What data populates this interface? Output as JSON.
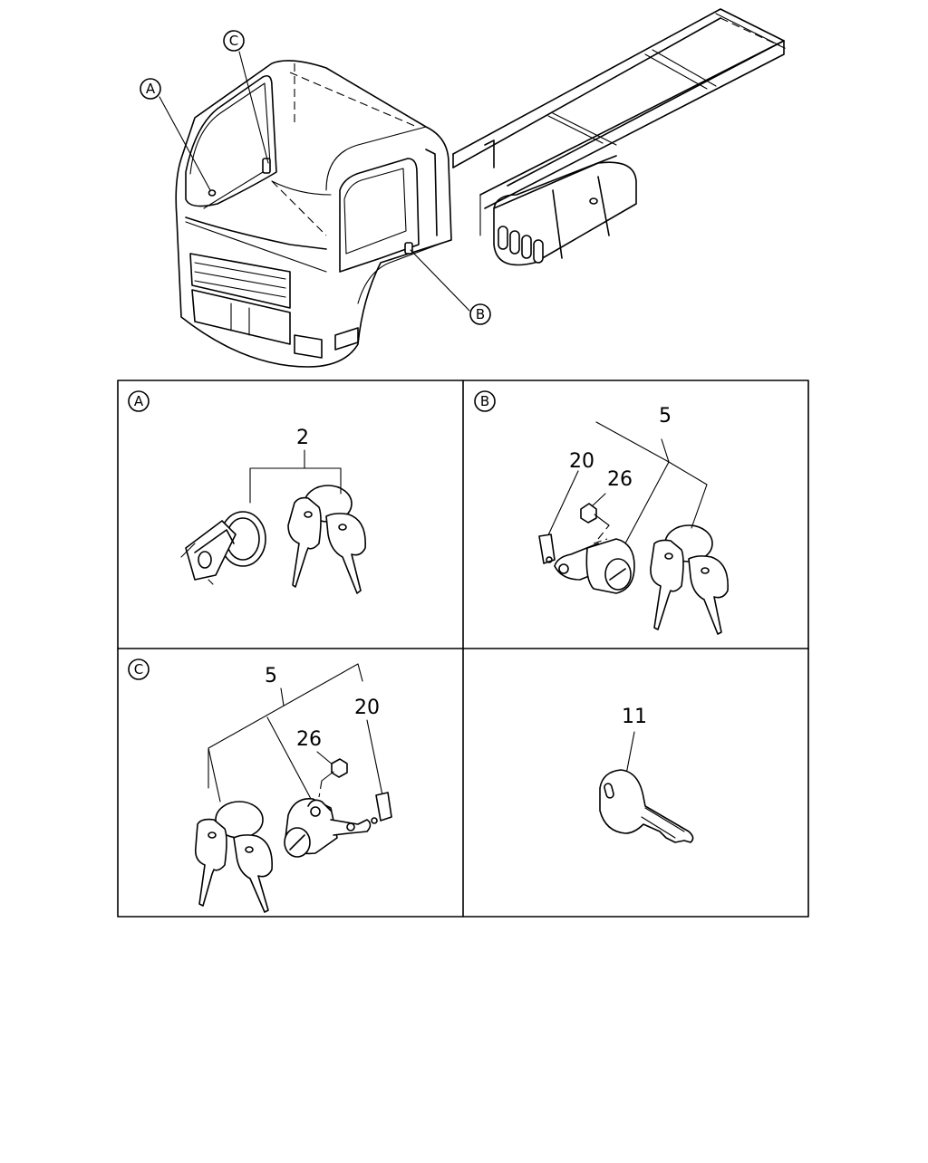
{
  "overview": {
    "callouts": [
      {
        "id": "A",
        "label": "A"
      },
      {
        "id": "B",
        "label": "B"
      },
      {
        "id": "C",
        "label": "C"
      }
    ]
  },
  "panels": {
    "a": {
      "tag": "A",
      "parts": [
        {
          "number": "2"
        }
      ]
    },
    "b": {
      "tag": "B",
      "parts": [
        {
          "number": "5"
        },
        {
          "number": "20"
        },
        {
          "number": "26"
        }
      ]
    },
    "c": {
      "tag": "C",
      "parts": [
        {
          "number": "5"
        },
        {
          "number": "26"
        },
        {
          "number": "20"
        }
      ]
    },
    "d": {
      "tag": "",
      "parts": [
        {
          "number": "11"
        }
      ]
    }
  }
}
